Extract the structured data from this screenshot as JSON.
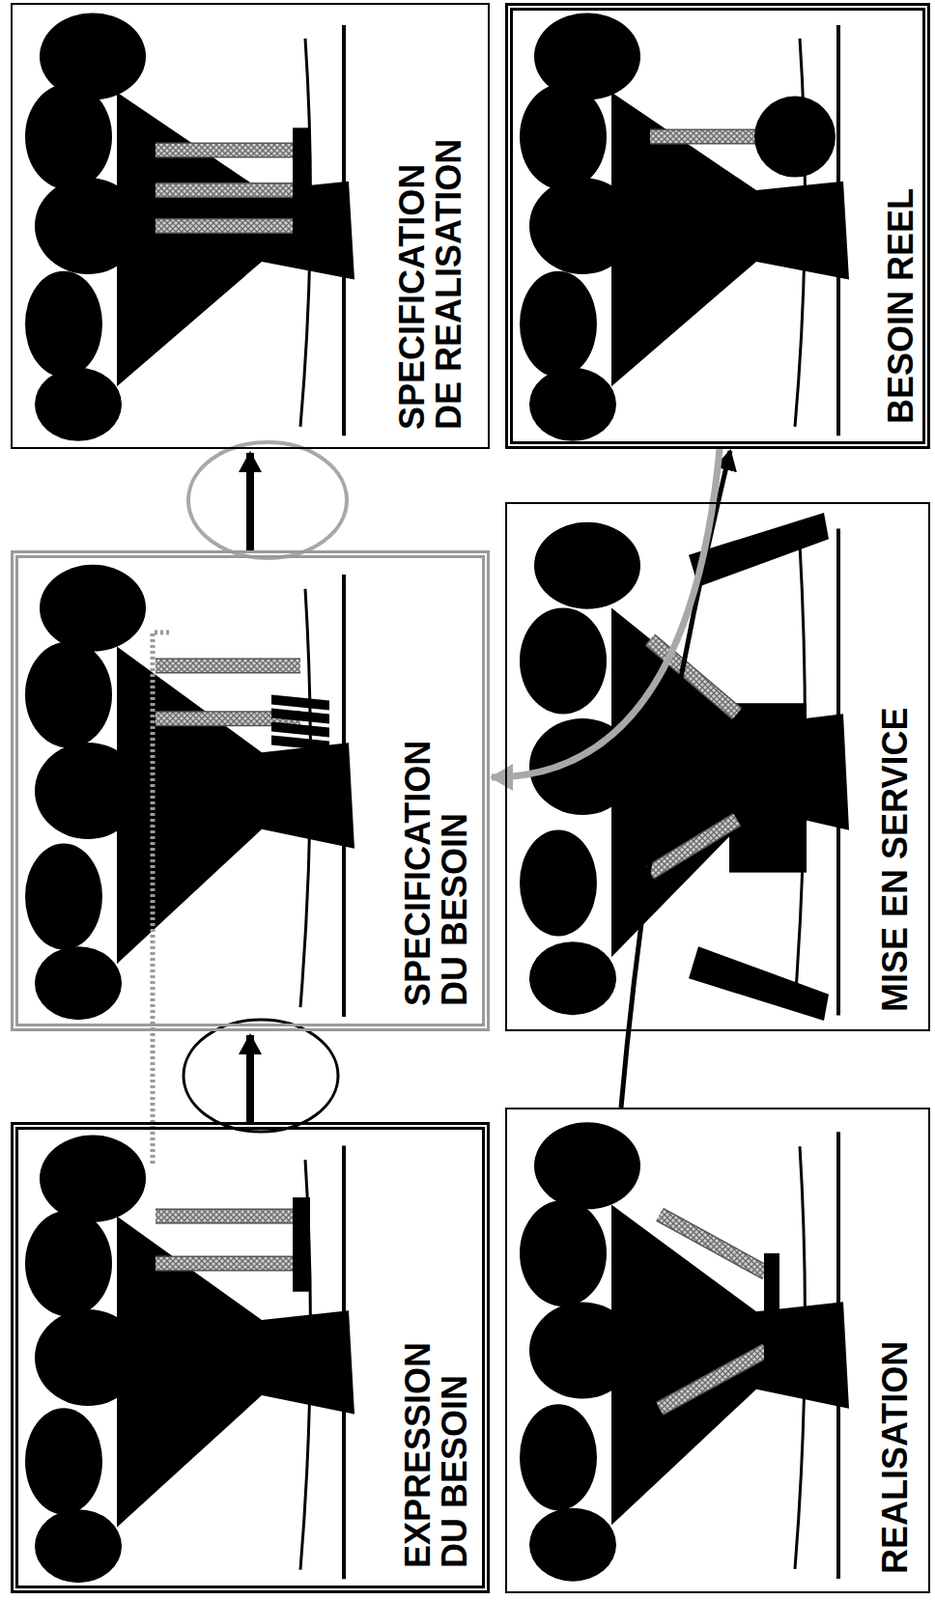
{
  "diagram": {
    "nodes": [
      {
        "text": [
          "EXPRESSION DU BESOIN"
        ]
      },
      {
        "text": [
          "SPECIFICATION DU BESOIN"
        ]
      },
      {
        "text": [
          "SPECIFICATION DE REALISATION"
        ]
      },
      {
        "text": [
          "REALISATION"
        ]
      },
      {
        "text": [
          "MISE EN SERVICE"
        ]
      },
      {
        "text": [
          "BESOIN REEL"
        ]
      }
    ],
    "edges": [
      {
        "from": 0,
        "to": 1,
        "arrow": "to"
      },
      {
        "from": 1,
        "to": 2,
        "arrow": "to"
      },
      {
        "from": 3,
        "to": 5,
        "arrow": "to"
      },
      {
        "from": 5,
        "to": 1,
        "arrow": "to"
      }
    ]
  }
}
